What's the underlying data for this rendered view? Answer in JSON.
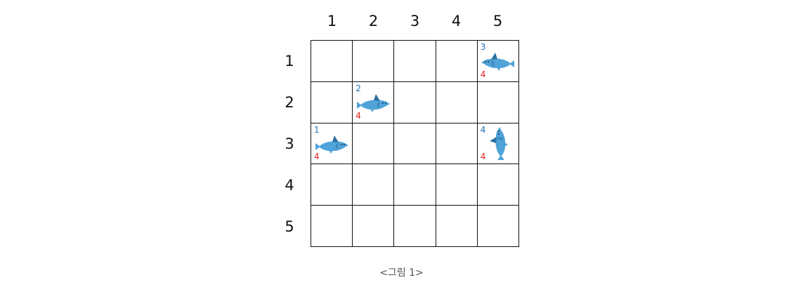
{
  "column_labels": [
    "1",
    "2",
    "3",
    "4",
    "5"
  ],
  "row_labels": [
    "1",
    "2",
    "3",
    "4",
    "5"
  ],
  "sharks": [
    {
      "id": "1",
      "row": 3,
      "col": 1,
      "number": "1",
      "speed": "4",
      "facing": "right"
    },
    {
      "id": "2",
      "row": 2,
      "col": 2,
      "number": "2",
      "speed": "4",
      "facing": "right"
    },
    {
      "id": "3",
      "row": 1,
      "col": 5,
      "number": "3",
      "speed": "4",
      "facing": "left"
    },
    {
      "id": "4",
      "row": 3,
      "col": 5,
      "number": "4",
      "speed": "4",
      "facing": "up"
    }
  ],
  "caption": "<그림 1>",
  "colors": {
    "number": "#1f6fb5",
    "speed": "#e02020",
    "shark_body": "#4fa3d8",
    "shark_fin": "#2c6f9e",
    "grid_line": "#111111"
  }
}
